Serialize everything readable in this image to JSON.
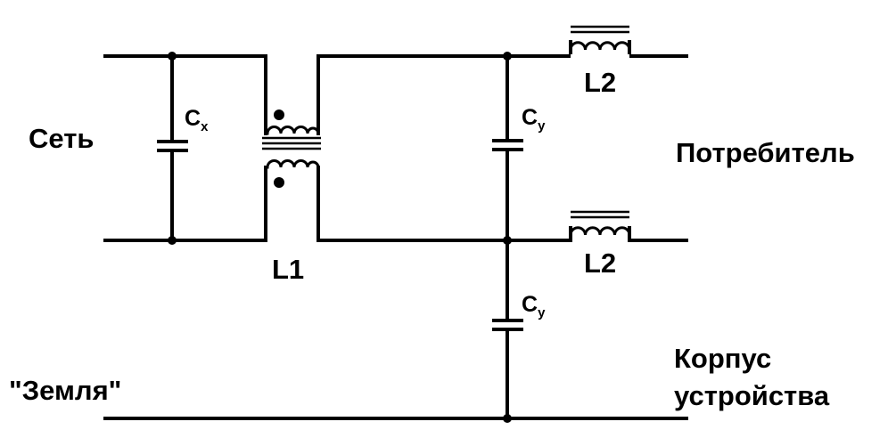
{
  "labels": {
    "network": "Сеть",
    "consumer": "Потребитель",
    "ground": "\"Земля\"",
    "housing_line1": "Корпус",
    "housing_line2": "устройства",
    "l1": "L1",
    "l2_top": "L2",
    "l2_bottom": "L2",
    "cx_main": "C",
    "cx_sub": "x",
    "cy_upper_main": "C",
    "cy_upper_sub": "y",
    "cy_lower_main": "C",
    "cy_lower_sub": "y"
  },
  "colors": {
    "ink": "#000000",
    "background": "#ffffff"
  }
}
